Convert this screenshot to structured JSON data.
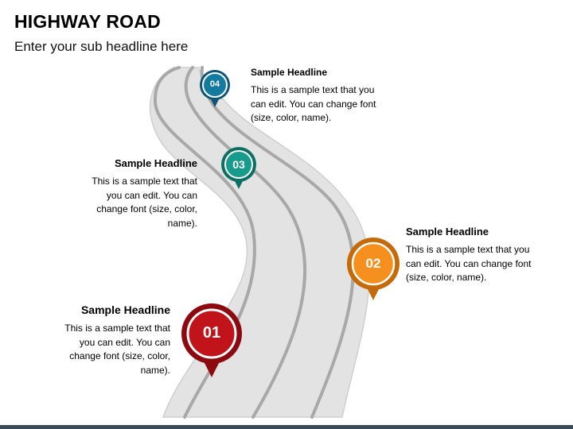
{
  "title": "HIGHWAY ROAD",
  "subtitle": "Enter your sub headline here",
  "steps": [
    {
      "number": "01",
      "headline": "Sample Headline",
      "body": "This is a sample text that you can edit. You can change font (size, color, name).",
      "color": "#c0141a",
      "dark": "#8c0a0f"
    },
    {
      "number": "02",
      "headline": "Sample Headline",
      "body": "This is a sample text that you can edit. You can change font (size, color, name).",
      "color": "#f5901e",
      "dark": "#c46a09"
    },
    {
      "number": "03",
      "headline": "Sample Headline",
      "body": "This is a sample text that you can edit. You can change font (size, color, name).",
      "color": "#169b8c",
      "dark": "#0d6f64"
    },
    {
      "number": "04",
      "headline": "Sample Headline",
      "body": "This is a sample text that you can edit. You can change font (size, color, name).",
      "color": "#137ba0",
      "dark": "#0b5674"
    }
  ],
  "colors": {
    "road": "#e3e3e3",
    "road_edge": "#cfcfcf",
    "lane": "#a8a8a8",
    "bar": "#3b4a5a"
  }
}
